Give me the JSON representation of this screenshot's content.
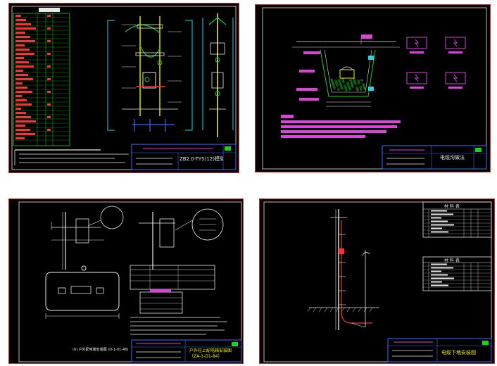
{
  "sheets": [
    {
      "title": "ZB2.0-TYS(12)模型分析"
    },
    {
      "title": "电缆沟做法"
    },
    {
      "title": "户外柱上配电箱安装图（ZA-1-D1-84）",
      "side_label": "(6) 户外配电箱安装图 (D-1-01-46)"
    },
    {
      "title": "电缆下地安装图",
      "table_title_1": "材 料 表",
      "table_title_2": "材 料 表"
    }
  ],
  "colors": {
    "sheet_bg": "#000000",
    "frame": "#cc2a2a",
    "cad_white": "#e8e8e8",
    "cad_green": "#19d219",
    "cad_yellow": "#f0f000",
    "cad_cyan": "#22d8e6",
    "cad_magenta": "#e040e0",
    "cad_red": "#ff3030",
    "cad_blue": "#3b6cff"
  }
}
